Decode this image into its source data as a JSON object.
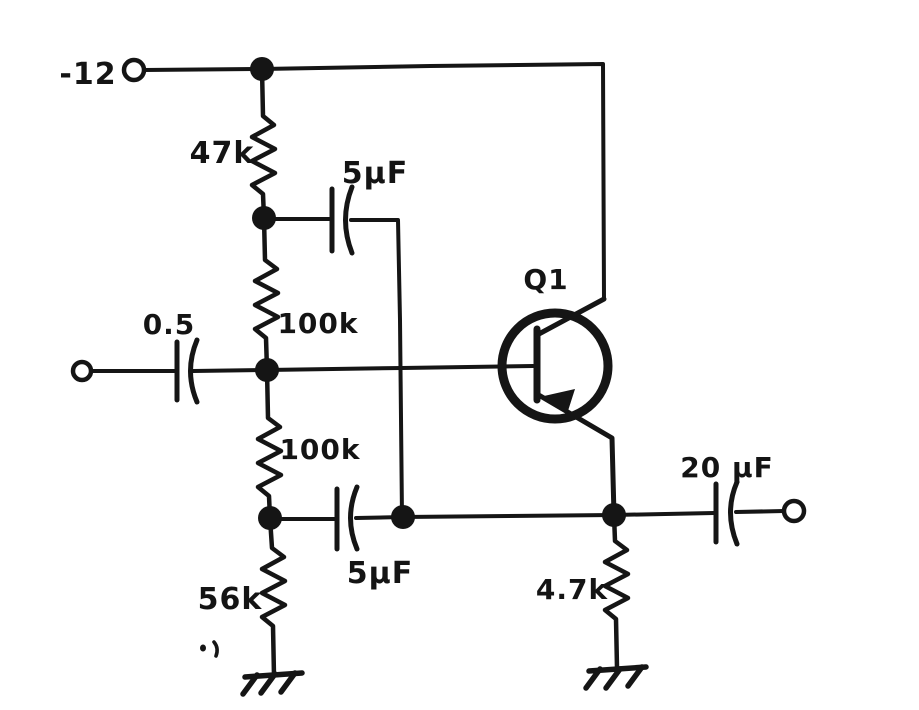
{
  "diagram": {
    "kind": "hand-drawn circuit schematic",
    "subject": "single PNP transistor amplifier stage with bootstrapped bias divider",
    "ink_color": "#151515",
    "background_color": "#ffffff"
  },
  "labels": {
    "supply": "-12",
    "r47k": "47k",
    "c5uf_top": "5µF",
    "r100k_upper": "100k",
    "c_in": "0.5",
    "r100k_lower": "100k",
    "q1": "Q1",
    "r56k": "56k",
    "c5uf_bottom": "5µF",
    "r4_7k": "4.7k",
    "c20uf": "20 µF"
  },
  "components": [
    {
      "designator": "supply-terminal",
      "type": "terminal",
      "value": "-12"
    },
    {
      "designator": "R-47k",
      "type": "resistor",
      "value": "47k",
      "between": "-12 rail and upper divider node"
    },
    {
      "designator": "C-5uF-top",
      "type": "capacitor",
      "value": "5µF",
      "between": "upper divider node and emitter output line"
    },
    {
      "designator": "R-100k-upper",
      "type": "resistor",
      "value": "100k",
      "between": "upper divider node and base node"
    },
    {
      "designator": "C-input",
      "type": "capacitor",
      "value": "0.5",
      "between": "input terminal and base node"
    },
    {
      "designator": "R-100k-lower",
      "type": "resistor",
      "value": "100k",
      "between": "base node and lower divider node"
    },
    {
      "designator": "R-56k",
      "type": "resistor",
      "value": "56k",
      "between": "lower divider node and ground"
    },
    {
      "designator": "C-5uF-bottom",
      "type": "capacitor",
      "value": "5µF",
      "between": "lower divider node and emitter node"
    },
    {
      "designator": "Q1",
      "type": "pnp-transistor",
      "collector": "-12 rail",
      "base": "divider node",
      "emitter": "4.7k to ground"
    },
    {
      "designator": "R-4.7k",
      "type": "resistor",
      "value": "4.7k",
      "between": "emitter node and ground"
    },
    {
      "designator": "C-20uF",
      "type": "capacitor",
      "value": "20 µF",
      "between": "emitter node and output terminal"
    }
  ]
}
